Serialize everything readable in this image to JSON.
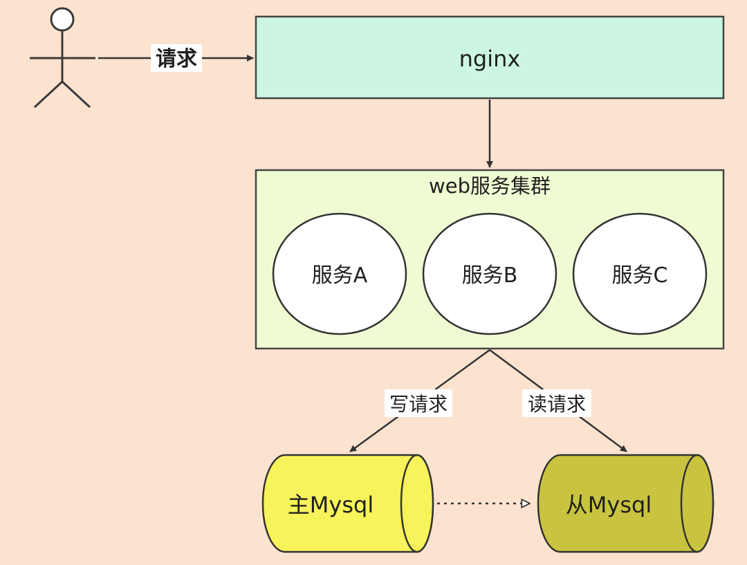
{
  "actor": {
    "request_label": "请求"
  },
  "nginx": {
    "label": "nginx",
    "fill": "#ccf6e3"
  },
  "cluster": {
    "title": "web服务集群",
    "fill": "#f0fbd3",
    "services": [
      {
        "label": "服务A"
      },
      {
        "label": "服务B"
      },
      {
        "label": "服务C"
      }
    ]
  },
  "edges": {
    "write_label": "写请求",
    "read_label": "读请求"
  },
  "databases": {
    "master": {
      "label": "主Mysql",
      "fill": "#f7f35a"
    },
    "slave": {
      "label": "从Mysql",
      "fill": "#c9c43f"
    }
  },
  "colors": {
    "background": "#fbe3cf",
    "stroke": "#333333"
  }
}
